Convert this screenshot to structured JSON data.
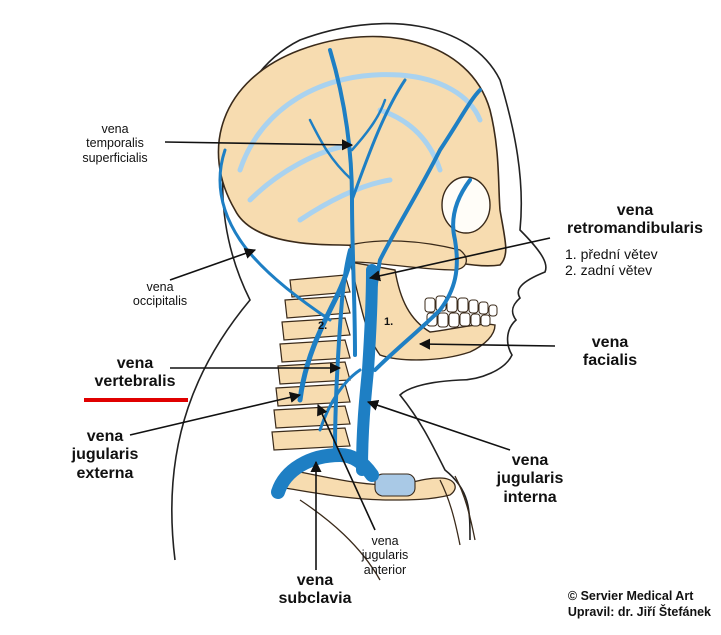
{
  "labels": {
    "temporalis": [
      "vena",
      "temporalis",
      "superficialis"
    ],
    "occipitalis": [
      "vena",
      "occipitalis"
    ],
    "vertebralis": [
      "vena",
      "vertebralis"
    ],
    "jug_externa": [
      "vena",
      "jugularis",
      "externa"
    ],
    "jug_anterior": [
      "vena",
      "jugularis",
      "anterior"
    ],
    "subclavia": [
      "vena",
      "subclavia"
    ],
    "jug_interna": [
      "vena",
      "jugularis",
      "interna"
    ],
    "facialis": [
      "vena",
      "facialis"
    ],
    "retromandibularis": {
      "title": [
        "vena",
        "retromandibularis"
      ],
      "branches": [
        "1. přední větev",
        "2. zadní větev"
      ]
    }
  },
  "branch_markers": [
    "1.",
    "2."
  ],
  "credit": [
    "© Servier Medical Art",
    "Upravil: dr. Jiří Štefánek"
  ],
  "colors": {
    "vein": "#1e7fc4",
    "vein_light": "#a9d2ef",
    "bone": "#f7dcb0",
    "bone_outline": "#3a2a1a",
    "skin_outline": "#222222",
    "highlight": "#e00000",
    "cartilage": "#a9c9e6"
  }
}
